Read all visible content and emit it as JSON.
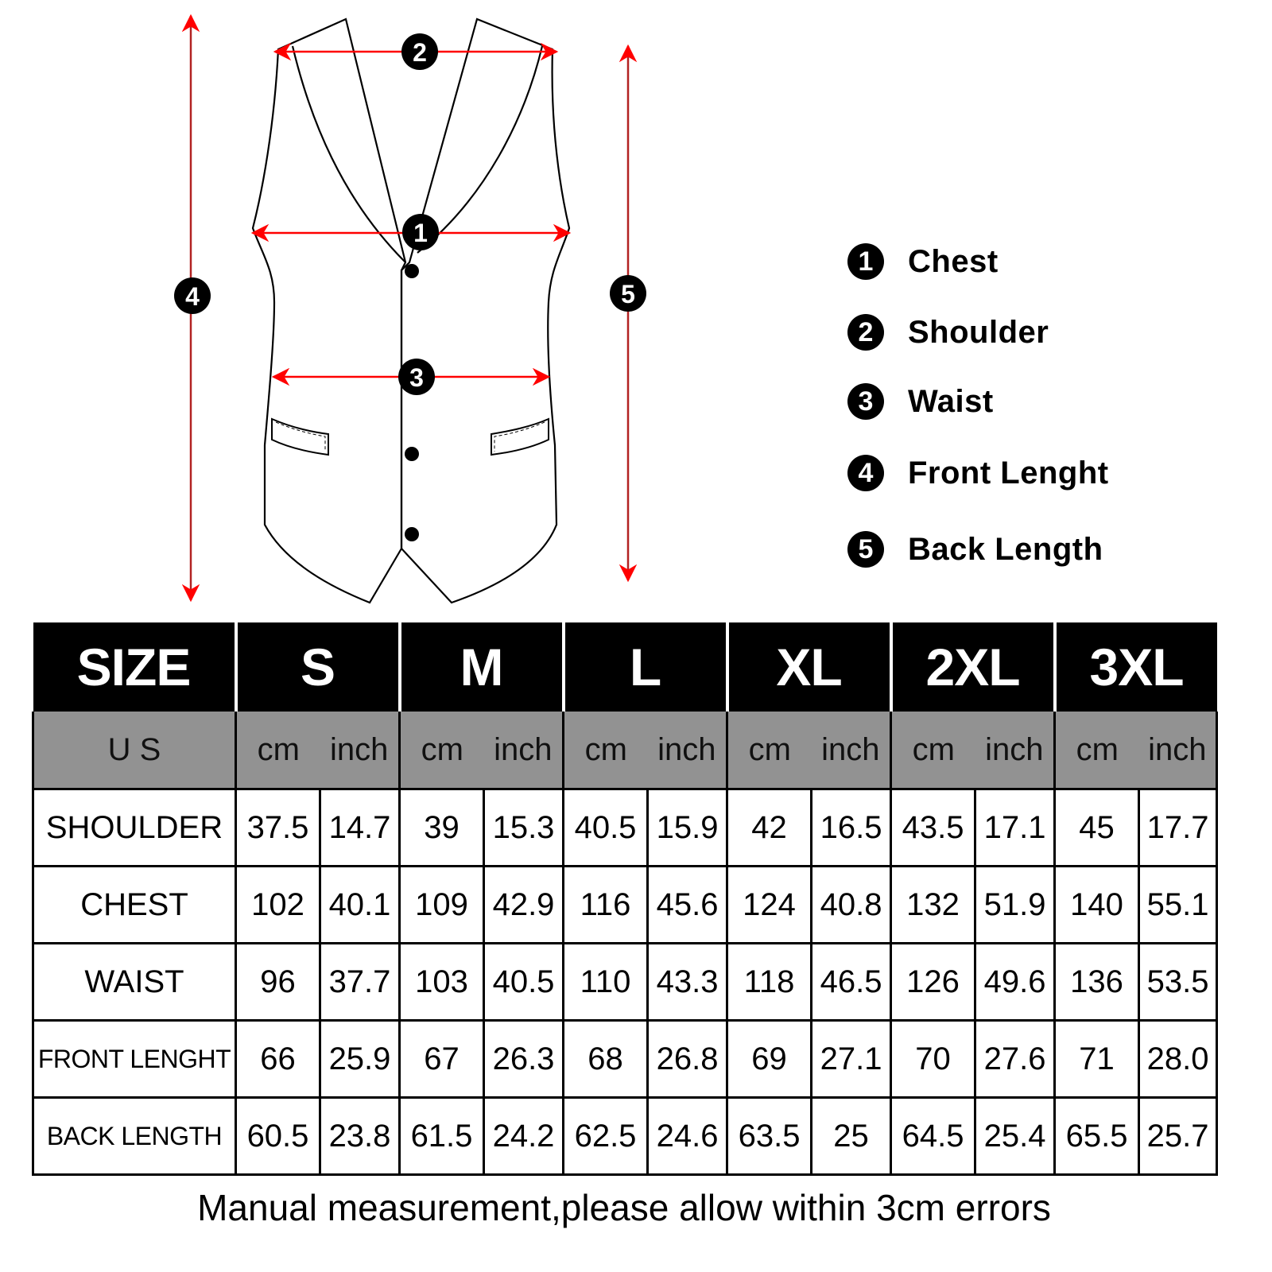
{
  "diagram": {
    "garment": "vest",
    "arrow_color": "#ff0000",
    "markers": [
      {
        "num": "1",
        "target": "Chest"
      },
      {
        "num": "2",
        "target": "Shoulder"
      },
      {
        "num": "3",
        "target": "Waist"
      },
      {
        "num": "4",
        "target": "Front Lenght"
      },
      {
        "num": "5",
        "target": "Back Length"
      }
    ]
  },
  "legend": [
    {
      "num": "1",
      "label": "Chest"
    },
    {
      "num": "2",
      "label": "Shoulder"
    },
    {
      "num": "3",
      "label": "Waist"
    },
    {
      "num": "4",
      "label": "Front Lenght"
    },
    {
      "num": "5",
      "label": "Back Length"
    }
  ],
  "table": {
    "header_label": "SIZE",
    "sizes": [
      "S",
      "M",
      "L",
      "XL",
      "2XL",
      "3XL"
    ],
    "unit_row_label": "U S",
    "unit_cm": "cm",
    "unit_inch": "inch",
    "rows": [
      {
        "label": "SHOULDER",
        "values": [
          "37.5",
          "14.7",
          "39",
          "15.3",
          "40.5",
          "15.9",
          "42",
          "16.5",
          "43.5",
          "17.1",
          "45",
          "17.7"
        ]
      },
      {
        "label": "CHEST",
        "values": [
          "102",
          "40.1",
          "109",
          "42.9",
          "116",
          "45.6",
          "124",
          "40.8",
          "132",
          "51.9",
          "140",
          "55.1"
        ]
      },
      {
        "label": "WAIST",
        "values": [
          "96",
          "37.7",
          "103",
          "40.5",
          "110",
          "43.3",
          "118",
          "46.5",
          "126",
          "49.6",
          "136",
          "53.5"
        ]
      },
      {
        "label": "FRONT LENGHT",
        "values": [
          "66",
          "25.9",
          "67",
          "26.3",
          "68",
          "26.8",
          "69",
          "27.1",
          "70",
          "27.6",
          "71",
          "28.0"
        ]
      },
      {
        "label": "BACK LENGTH",
        "values": [
          "60.5",
          "23.8",
          "61.5",
          "24.2",
          "62.5",
          "24.6",
          "63.5",
          "25",
          "64.5",
          "25.4",
          "65.5",
          "25.7"
        ]
      }
    ],
    "colors": {
      "header_bg": "#000000",
      "header_text": "#ffffff",
      "unit_bg": "#929292"
    }
  },
  "footnote": "Manual measurement,please allow within 3cm errors"
}
